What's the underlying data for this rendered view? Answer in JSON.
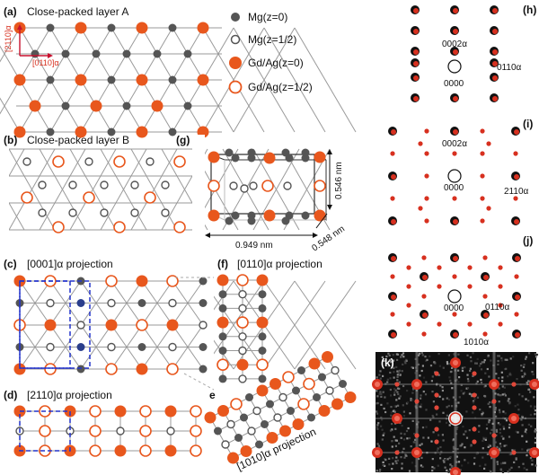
{
  "panels": {
    "a": {
      "tag": "(a)",
      "title": "Close-packed layer A"
    },
    "b": {
      "tag": "(b)",
      "title": "Close-packed layer B"
    },
    "c": {
      "tag": "(c)",
      "title": "[0001]α projection"
    },
    "d": {
      "tag": "(d)",
      "title": "[2110]α projection"
    },
    "e": {
      "tag": "e",
      "title": "[1010]α projection"
    },
    "f": {
      "tag": "(f)",
      "title": "[0110]α projection"
    },
    "g": {
      "tag": "(g)",
      "dim_x": "0.949 nm",
      "dim_y": "0.546 nm",
      "dim_z": "0.548 nm"
    },
    "h": {
      "tag": "(h)",
      "spot1": "0002α",
      "center": "0000",
      "spot2": "0110α"
    },
    "i": {
      "tag": "(i)",
      "spot1": "0002α",
      "center": "0000",
      "spot2": "2110α"
    },
    "j": {
      "tag": "(j)",
      "spot1": "0110α",
      "center": "0000",
      "spot2": "1010α"
    },
    "k": {
      "tag": "(k)"
    }
  },
  "axes_a": {
    "v1": "[2110]α",
    "v2": "[0110]α"
  },
  "legend": [
    {
      "label": "Mg(z=0)",
      "style": "gray-filled"
    },
    {
      "label": "Mg(z=1/2)",
      "style": "gray-open"
    },
    {
      "label": "Gd/Ag(z=0)",
      "style": "orange-filled"
    },
    {
      "label": "Gd/Ag(z=1/2)",
      "style": "orange-open"
    }
  ],
  "colors": {
    "mg": "#555555",
    "gd": "#e8571d",
    "red": "#d7301f",
    "blue": "#2233cc",
    "grid": "#9a9a9a"
  }
}
